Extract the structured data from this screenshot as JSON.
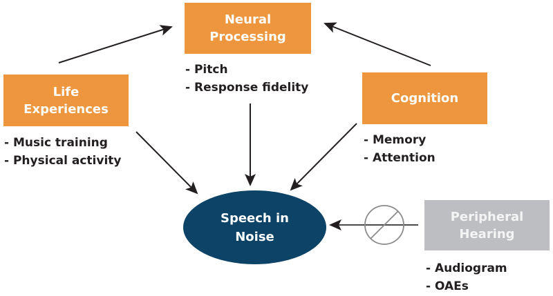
{
  "colors": {
    "factor_box": "#ee963e",
    "peripheral_box": "#bdbec1",
    "outcome_ellipse": "#0d4366",
    "arrow": "#231f20",
    "blocked_symbol": "#8a8a8a"
  },
  "nodes": {
    "neural": {
      "label": "Neural\nProcessing",
      "items": [
        "- Pitch",
        "- Response fidelity"
      ]
    },
    "life": {
      "label": "Life\nExperiences",
      "items": [
        "- Music training",
        "- Physical activity"
      ]
    },
    "cognition": {
      "label": "Cognition",
      "items": [
        "- Memory",
        "- Attention"
      ]
    },
    "peripheral": {
      "label": "Peripheral\nHearing",
      "items": [
        "- Audiogram",
        "- OAEs"
      ]
    },
    "outcome": {
      "label": "Speech in\nNoise"
    }
  },
  "edges": [
    {
      "from": "life",
      "to": "neural"
    },
    {
      "from": "cognition",
      "to": "neural"
    },
    {
      "from": "life",
      "to": "outcome"
    },
    {
      "from": "neural",
      "to": "outcome"
    },
    {
      "from": "cognition",
      "to": "outcome"
    },
    {
      "from": "peripheral",
      "to": "outcome",
      "blocked": true,
      "symbol": "no-effect-icon"
    }
  ]
}
